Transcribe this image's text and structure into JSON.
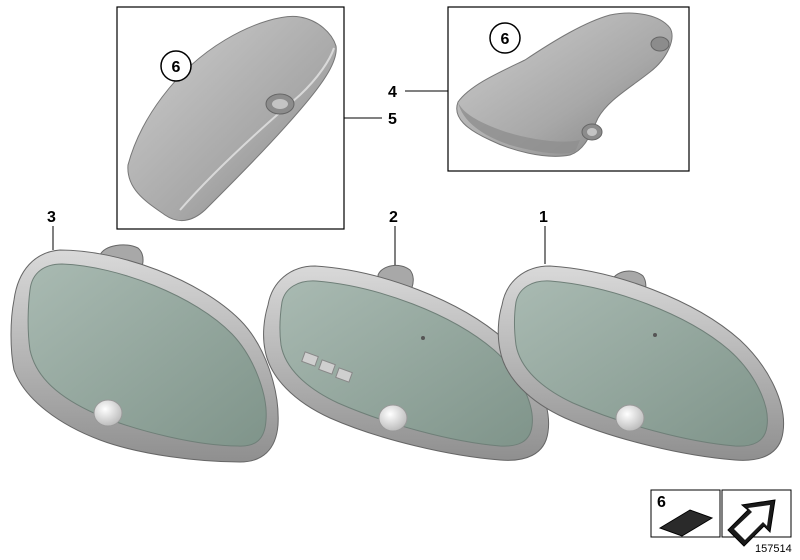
{
  "callouts": {
    "part_1": "1",
    "part_2": "2",
    "part_3": "3",
    "part_4": "4",
    "part_5": "5",
    "detail_left_circle": "6",
    "detail_right_circle": "6",
    "legend_item": "6"
  },
  "figure_id": "157514",
  "colors": {
    "housing": "#b3b3b3",
    "housing_dark": "#8c8c8c",
    "glass": "#8fa39a",
    "line": "#000000",
    "knob": "#e6e6e6"
  },
  "icons": [
    "adhesive-pad-icon",
    "arrow-icon"
  ]
}
